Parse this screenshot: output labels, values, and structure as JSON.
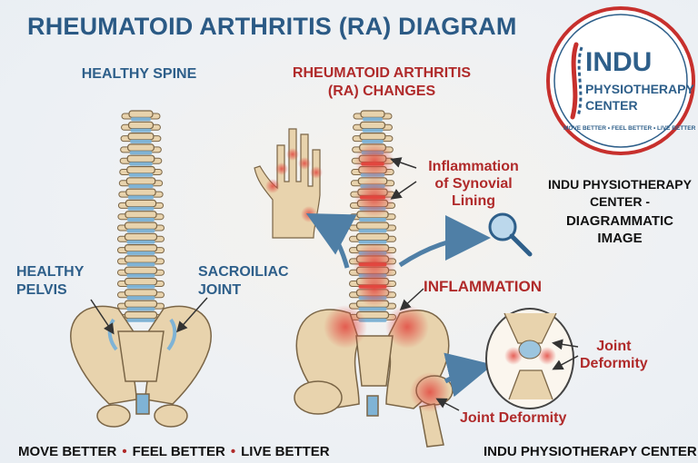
{
  "title": "RHEUMATOID ARTHRITIS (RA) DIAGRAM",
  "healthy": {
    "heading": "HEALTHY SPINE",
    "pelvis_label_1": "HEALTHY",
    "pelvis_label_2": "PELVIS",
    "si_label_1": "SACROILIAC",
    "si_label_2": "JOINT"
  },
  "ra": {
    "heading_1": "RHEUMATOID ARTHRITIS",
    "heading_2": "(RA) CHANGES",
    "synovial_1": "Inflammation",
    "synovial_2": "of Synovial",
    "synovial_3": "Lining",
    "inflammation": "INFLAMMATION",
    "joint_def_knee_1": "Joint",
    "joint_def_knee_2": "Deformity",
    "joint_def_hip": "Joint Deformity"
  },
  "logo": {
    "name": "INDU",
    "line_2": "PHYSIOTHERAPY",
    "line_3": "CENTER",
    "tagline": "MOVE BETTER • FEEL BETTER • LIVE BETTER"
  },
  "side_note": {
    "line_1": "INDU PHYSIOTHERAPY",
    "line_2": "CENTER -",
    "line_3": "DIAGRAMMATIC",
    "line_4": "IMAGE"
  },
  "footer": {
    "left_1": "MOVE BETTER",
    "left_2": "FEEL BETTER",
    "left_3": "LIVE BETTER",
    "right": "INDU PHYSIOTHERAPY CENTER"
  },
  "colors": {
    "bone": "#e8d3ad",
    "bone_outline": "#7a6546",
    "disc_healthy": "#7fb3d5",
    "inflamed": "#e2473f",
    "arrow": "#4f7fa6",
    "label_blue": "#2e5f8a",
    "label_red": "#b02a2a"
  }
}
